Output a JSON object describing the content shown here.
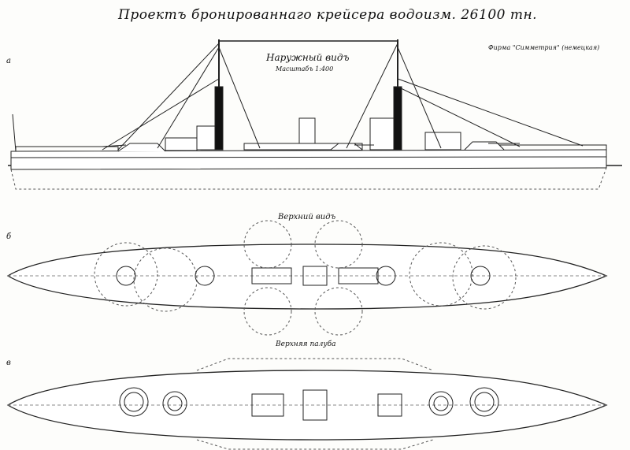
{
  "sheet": {
    "title": "Проектъ бронированнаго крейсера водоизм. 26100 тн.",
    "note": "Фирма \"Симметрия\" (немецкая)",
    "views": [
      {
        "marker": "а",
        "title": "Наружный видъ",
        "scale": "Масштабъ 1:400"
      },
      {
        "marker": "б",
        "title": "Верхний видъ"
      },
      {
        "marker": "в",
        "title": "Верхняя палуба"
      }
    ]
  }
}
